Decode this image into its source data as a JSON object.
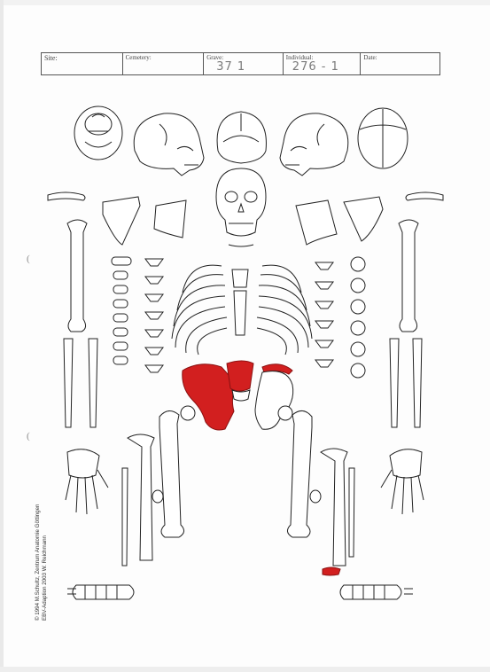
{
  "form": {
    "site_label": "Site:",
    "cemetery_label": "Cemetery:",
    "grave_label": "Grave:",
    "grave_value": "37 1",
    "individual_label": "Individual:",
    "individual_value": "276 - 1",
    "date_label": "Date:"
  },
  "credit": {
    "line1": "© 1994 M.Schultz, Zentrum Anatomie   Göttingen",
    "line2": "EBV-Adaption 2003 W. Reichmann"
  },
  "marks": {
    "hole": "("
  },
  "colors": {
    "highlight": "#d21f1f",
    "outline": "#222222"
  },
  "highlighted_bones": [
    "right innominate (hip bone)",
    "sacrum",
    "left innominate crest",
    "distal fibula fragment"
  ]
}
